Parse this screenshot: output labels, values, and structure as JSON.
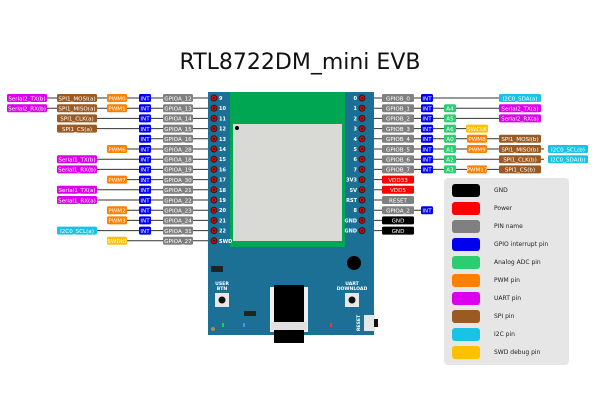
{
  "title": "RTL8722DM_mini EVB",
  "colors": {
    "gnd": "#000000",
    "power": "#ff0000",
    "pin": "#808080",
    "int": "#0000ee",
    "adc": "#2ecc71",
    "pwm": "#ff8000",
    "uart": "#dd00ee",
    "spi": "#9b5a24",
    "i2c": "#19c3e6",
    "swd": "#ffc000",
    "board": "#1c6f95",
    "module_green": "#00a651",
    "module_shield": "#d9d9d6"
  },
  "left_pins": [
    {
      "num": "9",
      "gpio": "GPIOA_12",
      "int": "INT",
      "pwm": "PWM0",
      "spi": "SPI1_MOSI(a)",
      "uart": "Serial2_TX(b)"
    },
    {
      "num": "10",
      "gpio": "GPIOA_13",
      "int": "INT",
      "pwm": "PWM1",
      "spi": "SPI1_MISO(a)",
      "uart": "Serial2_RX(b)"
    },
    {
      "num": "11",
      "gpio": "GPIOA_14",
      "int": "INT",
      "spi": "SPI1_CLK(a)"
    },
    {
      "num": "12",
      "gpio": "GPIOA_15",
      "int": "INT",
      "spi": "SPI1_CS(a)"
    },
    {
      "num": "13",
      "gpio": "GPIOA_16",
      "int": "INT"
    },
    {
      "num": "14",
      "gpio": "GPIOA_28",
      "int": "INT",
      "pwm": "PWM6"
    },
    {
      "num": "15",
      "gpio": "GPIOA_18",
      "int": "INT",
      "uart": "Serial1_TX(b)"
    },
    {
      "num": "16",
      "gpio": "GPIOA_19",
      "int": "INT",
      "uart": "Serial1_RX(b)"
    },
    {
      "num": "17",
      "gpio": "GPIOA_30",
      "int": "INT",
      "pwm": "PWM7"
    },
    {
      "num": "18",
      "gpio": "GPIOA_21",
      "int": "INT",
      "uart": "Serial1_TX(a)"
    },
    {
      "num": "19",
      "gpio": "GPIOA_22",
      "int": "INT",
      "uart": "Serial1_RX(a)"
    },
    {
      "num": "20",
      "gpio": "GPIOA_23",
      "int": "INT",
      "pwm": "PWM2"
    },
    {
      "num": "21",
      "gpio": "GPIOA_24",
      "int": "INT",
      "pwm": "PWM3"
    },
    {
      "num": "22",
      "gpio": "GPIOA_31",
      "int": "INT",
      "i2c": "I2C0_SCL(a)"
    },
    {
      "num": "SWD",
      "gpio": "GPIOA_27",
      "swd": "SWDIO"
    }
  ],
  "right_pins": [
    {
      "num": "0",
      "gpio": "GPIOB_0",
      "int": "INT",
      "i2c": "I2C0_SDA(a)"
    },
    {
      "num": "1",
      "gpio": "GPIOB_1",
      "int": "INT",
      "adc": "A4",
      "uart": "Serial2_TX(a)"
    },
    {
      "num": "2",
      "gpio": "GPIOB_2",
      "int": "INT",
      "adc": "A5",
      "uart": "Serial2_RX(a)"
    },
    {
      "num": "3",
      "gpio": "GPIOB_3",
      "int": "INT",
      "adc": "A6",
      "swd": "SWCLK"
    },
    {
      "num": "4",
      "gpio": "GPIOB_4",
      "int": "INT",
      "adc": "A0",
      "pwm": "PWM8",
      "spi": "SPI1_MOSI(b)"
    },
    {
      "num": "5",
      "gpio": "GPIOB_5",
      "int": "INT",
      "adc": "A1",
      "pwm": "PWM9",
      "spi": "SPI1_MISO(b)",
      "i2c": "I2C0_SCL(b)"
    },
    {
      "num": "6",
      "gpio": "GPIOB_6",
      "int": "INT",
      "adc": "A2",
      "spi": "SPI1_CLK(b)",
      "i2c": "I2C0_SDA(b)"
    },
    {
      "num": "7",
      "gpio": "GPIOB_7",
      "int": "INT",
      "adc": "A3",
      "pwm": "PWM17",
      "spi": "SPI1_CS(b)"
    },
    {
      "num": "3V3",
      "power": "VDD33"
    },
    {
      "num": "5V",
      "power": "VDD5"
    },
    {
      "num": "RST",
      "gpio": "RESET"
    },
    {
      "num": "8",
      "gpio": "GPIOA_2",
      "int": "INT"
    },
    {
      "num": "GND",
      "gnd": "GND"
    },
    {
      "num": "GND",
      "gnd": "GND"
    }
  ],
  "board_labels": {
    "user_btn": [
      "USER",
      "BTN"
    ],
    "uart_download": [
      "UART",
      "DOWNLOAD"
    ],
    "reset": "RESET"
  },
  "legend": [
    {
      "key": "gnd",
      "label": "GND"
    },
    {
      "key": "power",
      "label": "Power"
    },
    {
      "key": "pin",
      "label": "PIN name"
    },
    {
      "key": "int",
      "label": "GPIO interrupt pin"
    },
    {
      "key": "adc",
      "label": "Analog ADC pin"
    },
    {
      "key": "pwm",
      "label": "PWM pin"
    },
    {
      "key": "uart",
      "label": "UART pin"
    },
    {
      "key": "spi",
      "label": "SPI pin"
    },
    {
      "key": "i2c",
      "label": "I2C pin"
    },
    {
      "key": "swd",
      "label": "SWD debug pin"
    }
  ]
}
